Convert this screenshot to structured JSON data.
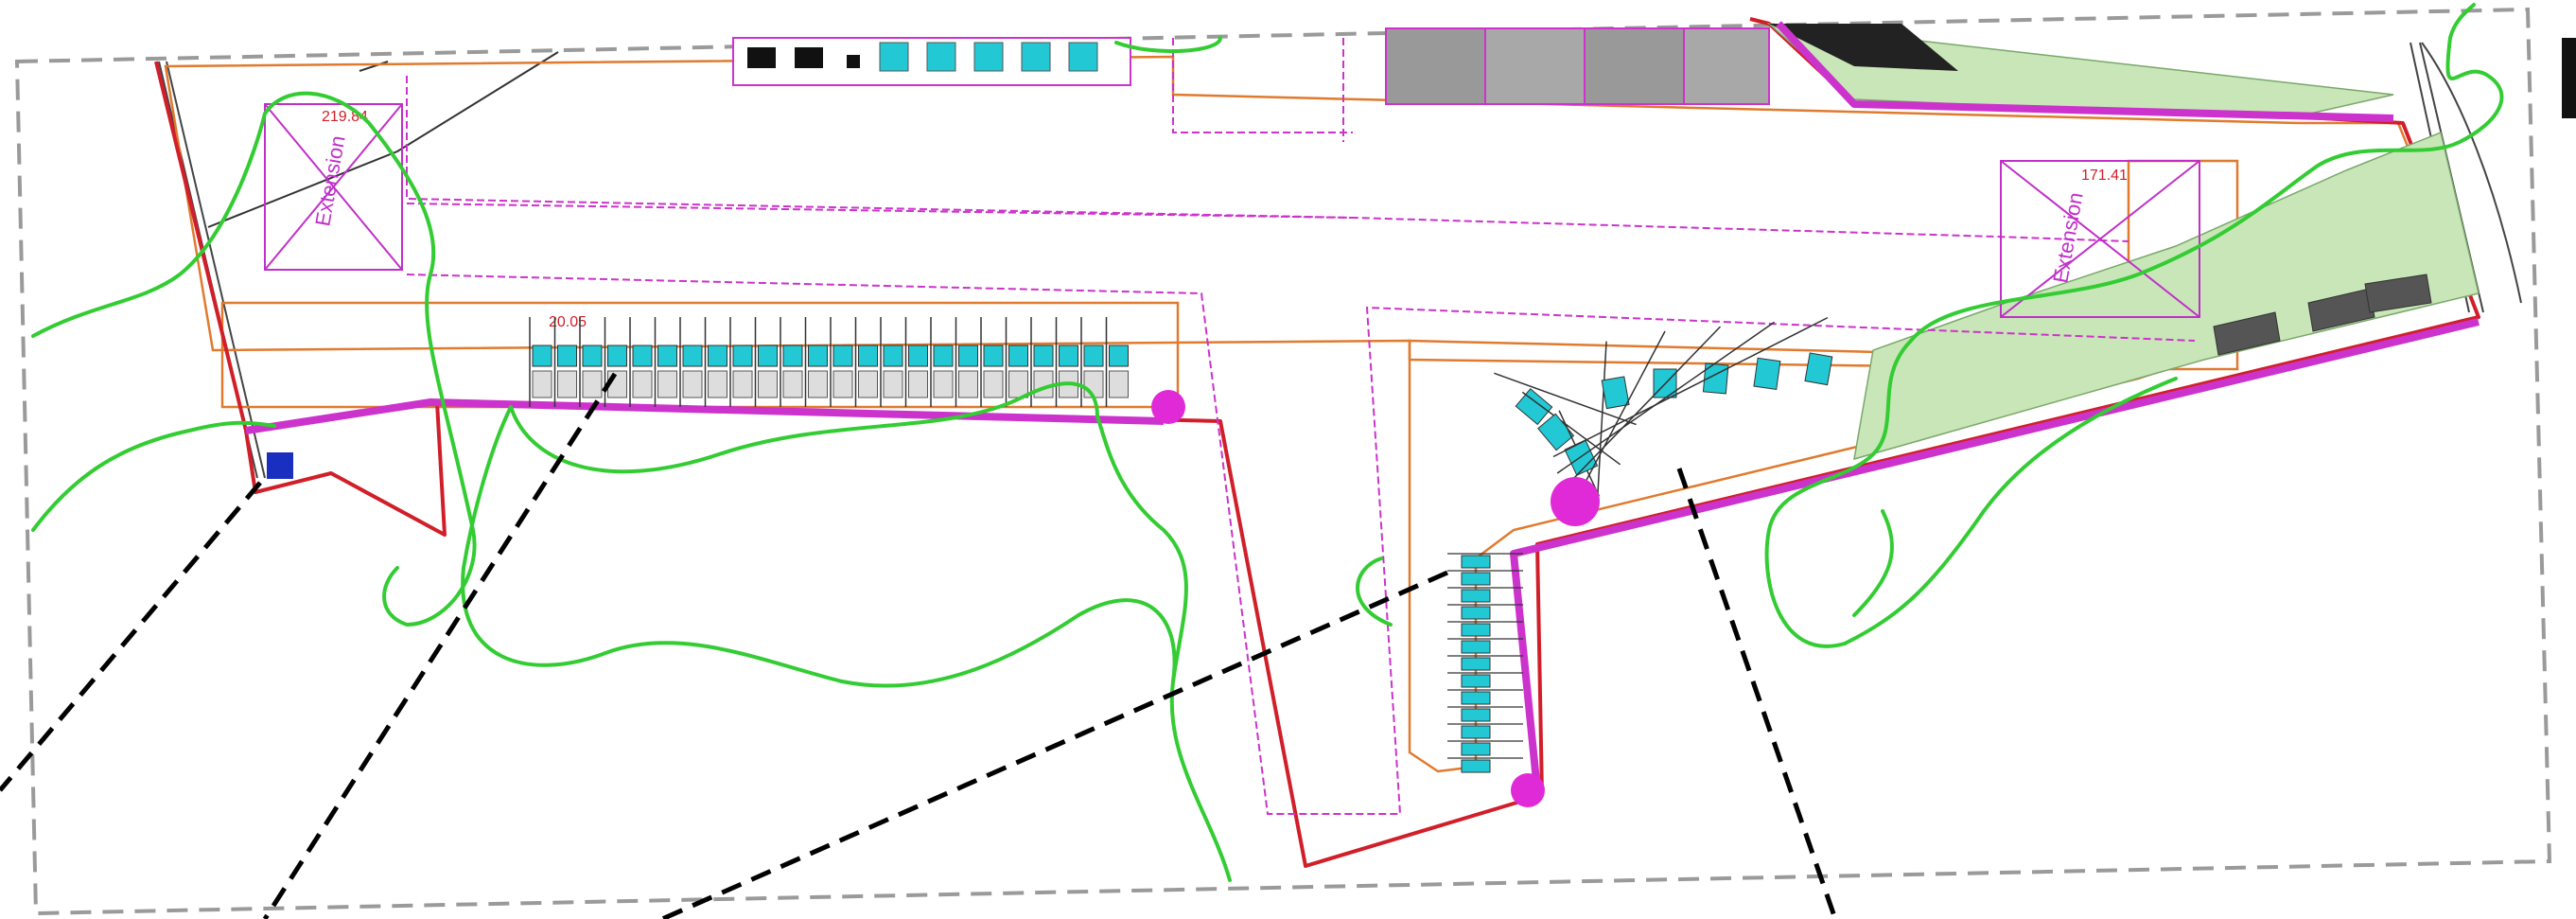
{
  "labels": {
    "left_dimension": "219.84",
    "right_dimension": "171.41",
    "left_zone": "Extension",
    "right_zone": "Extension",
    "stand_dimension": "20.05"
  },
  "colors": {
    "boundary": "#d11f2a",
    "taxiway": "#cc33cc",
    "contour": "#33cc33",
    "apron": "#e07a2e",
    "stand": "#22c8d4",
    "node": "#e02ad8",
    "callout": "#000000",
    "frame": "#9a9a9a"
  }
}
